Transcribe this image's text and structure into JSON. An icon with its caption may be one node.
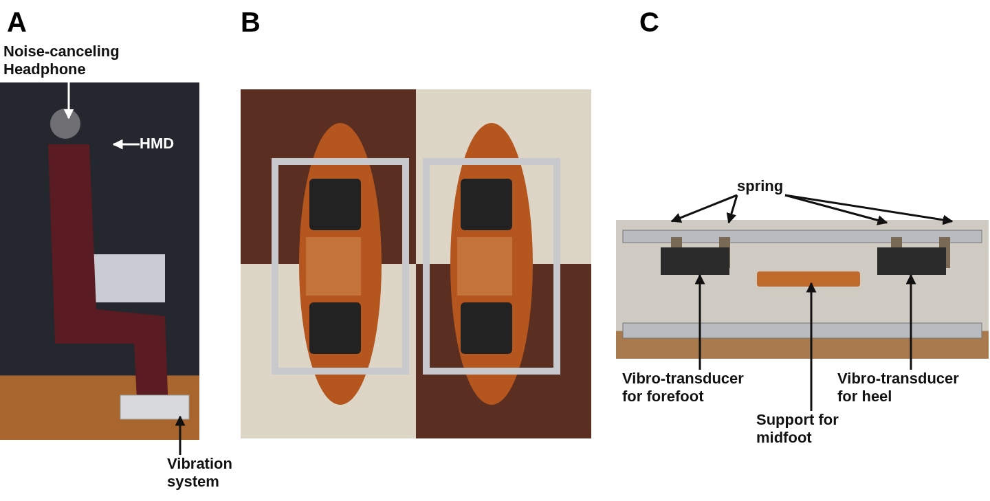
{
  "diagram": {
    "nodes": [
      {
        "text": [],
        "shape": "picture"
      },
      {
        "text": [
          "Noise-canceling Headphone"
        ]
      },
      {
        "text": [
          "HMD"
        ],
        "in": 0
      },
      {
        "text": [
          "Vibration system"
        ]
      },
      {
        "text": [],
        "shape": "picture"
      },
      {
        "text": [],
        "shape": "picture"
      },
      {
        "text": [
          "spring"
        ]
      },
      {
        "text": [
          "Vibro-transducer for forefoot"
        ]
      },
      {
        "text": [
          "Support for midfoot"
        ]
      },
      {
        "text": [
          "Vibro-transducer for heel"
        ]
      }
    ],
    "edges": [
      {
        "from": 1,
        "to": 0,
        "arrow": "to",
        "color": "#ffffff"
      },
      {
        "from": 2,
        "to": 0,
        "arrow": "to",
        "color": "#ffffff"
      },
      {
        "from": 3,
        "to": 0,
        "arrow": "to"
      },
      {
        "from": 6,
        "to": 5,
        "arrow": "to"
      },
      {
        "from": 6,
        "to": 5,
        "arrow": "to"
      },
      {
        "from": 6,
        "to": 5,
        "arrow": "to"
      },
      {
        "from": 6,
        "to": 5,
        "arrow": "to"
      },
      {
        "from": 7,
        "to": 5,
        "arrow": "to"
      },
      {
        "from": 8,
        "to": 5,
        "arrow": "to"
      },
      {
        "from": 9,
        "to": 5,
        "arrow": "to"
      }
    ],
    "labels": [
      "A",
      "B",
      "C"
    ]
  }
}
